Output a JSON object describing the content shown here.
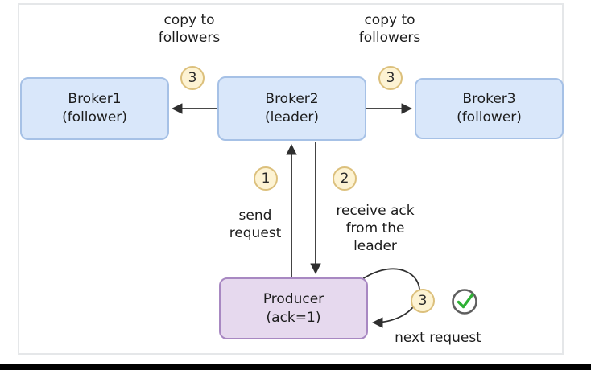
{
  "nodes": {
    "broker1": {
      "name": "Broker1",
      "role": "(follower)"
    },
    "broker2": {
      "name": "Broker2",
      "role": "(leader)"
    },
    "broker3": {
      "name": "Broker3",
      "role": "(follower)"
    },
    "producer": {
      "name": "Producer",
      "role": "(ack=1)"
    }
  },
  "labels": {
    "copy_to_followers_left": "copy to\nfollowers",
    "copy_to_followers_right": "copy to\nfollowers",
    "send_request": "send\nrequest",
    "receive_ack": "receive ack\nfrom the\nleader",
    "next_request": "next request"
  },
  "badges": {
    "step1": "1",
    "step2": "2",
    "step3_copy_left": "3",
    "step3_copy_right": "3",
    "step3_loop": "3"
  },
  "icons": {
    "success_check": "green-check-circle"
  },
  "colors": {
    "broker_fill": "#d9e7fa",
    "broker_border": "#a6c1e6",
    "producer_fill": "#e6d9ee",
    "producer_border": "#a888c2",
    "badge_fill": "#fdf3d3",
    "badge_border": "#dcc07c",
    "arrow": "#2f2f2f",
    "check_green": "#2eb135",
    "frame_border": "#e5e7e9",
    "bottom_bar": "#000000"
  }
}
